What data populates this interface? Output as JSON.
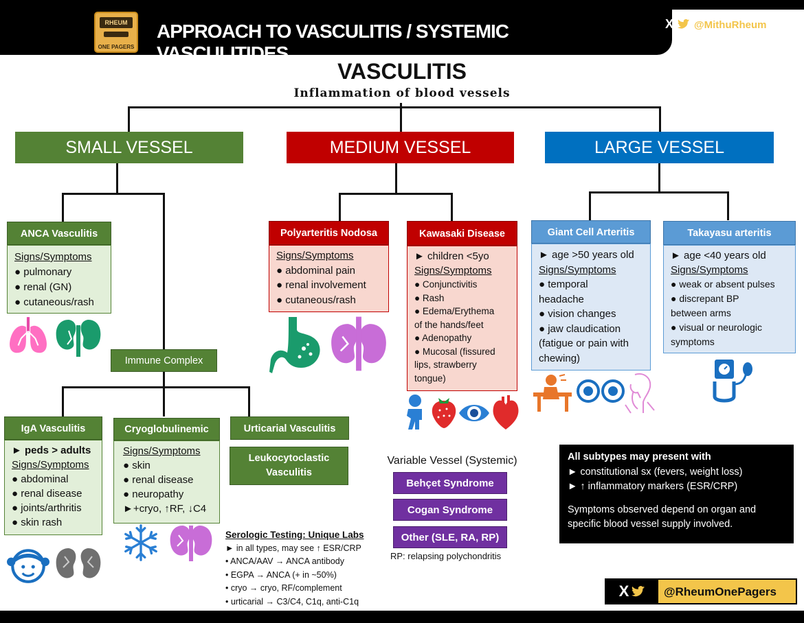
{
  "header": {
    "logo_line1": "RHEUM",
    "logo_line2": "ONE PAGERS",
    "title": "APPROACH TO VASCULITIS / SYSTEMIC VASCULITIDES",
    "handle": "@MithuRheum",
    "x_icon": "X"
  },
  "root": {
    "title": "VASCULITIS",
    "subtitle": "Inflammation of blood vessels"
  },
  "categories": {
    "small": "SMALL VESSEL",
    "medium": "MEDIUM VESSEL",
    "large": "LARGE VESSEL"
  },
  "colors": {
    "small": "#548235",
    "medium": "#c00000",
    "large": "#0070c0",
    "variable": "#7030a0"
  },
  "anca": {
    "title": "ANCA Vasculitis",
    "heading": "Signs/Symptoms",
    "items": [
      "● pulmonary",
      "● renal (GN)",
      "● cutaneous/rash"
    ]
  },
  "immune_complex": "Immune Complex",
  "iga": {
    "title": "IgA Vasculitis",
    "line1": "► peds > adults",
    "heading": "Signs/Symptoms",
    "items": [
      "● abdominal",
      "● renal disease",
      "● joints/arthritis",
      "● skin rash"
    ]
  },
  "cryo": {
    "title": "Cryoglobulinemic",
    "heading": "Signs/Symptoms",
    "items": [
      "● skin",
      "● renal disease",
      "● neuropathy",
      "►+cryo, ↑RF, ↓C4"
    ]
  },
  "urticarial": {
    "title": "Urticarial Vasculitis",
    "sub": "Leukocytoclastic Vasculitis"
  },
  "pan": {
    "title": "Polyarteritis Nodosa",
    "heading": "Signs/Symptoms",
    "items": [
      "● abdominal pain",
      "● renal involvement",
      "● cutaneous/rash"
    ]
  },
  "kawasaki": {
    "title": "Kawasaki Disease",
    "line1": "► children <5yo",
    "heading": "Signs/Symptoms",
    "items": [
      "● Conjunctivitis",
      "● Rash",
      "● Edema/Erythema",
      "of the hands/feet",
      "● Adenopathy",
      "● Mucosal (fissured",
      "lips, strawberry",
      "tongue)"
    ]
  },
  "gca": {
    "title": "Giant Cell Arteritis",
    "line1": "► age >50 years old",
    "heading": "Signs/Symptoms",
    "items": [
      "● temporal",
      "headache",
      "● vision changes",
      "● jaw claudication",
      "(fatigue or pain with",
      "chewing)"
    ]
  },
  "takayasu": {
    "title": "Takayasu arteritis",
    "line1": "► age <40 years old",
    "heading": "Signs/Symptoms",
    "items": [
      "● weak or absent pulses",
      "● discrepant BP",
      "between arms",
      "● visual or neurologic",
      "symptoms"
    ]
  },
  "variable": {
    "title": "Variable Vessel (Systemic)",
    "items": [
      "Behçet Syndrome",
      "Cogan Syndrome",
      "Other (SLE, RA, RP)"
    ],
    "note": "RP: relapsing polychondritis"
  },
  "serologic": {
    "title": "Serologic Testing: Unique Labs",
    "items": [
      "► in all types, may see ↑ ESR/CRP",
      "• ANCA/AAV → ANCA antibody",
      "• EGPA → ANCA (+ in ~50%)",
      "• cryo → cryo, RF/complement",
      "• urticarial → C3/C4, C1q, anti-C1q"
    ]
  },
  "all_subtypes": {
    "title": "All subtypes may present with",
    "items": [
      "► constitutional sx (fevers, weight loss)",
      "► ↑ inflammatory markers (ESR/CRP)"
    ],
    "note": "Symptoms observed depend on organ and specific blood vessel supply involved."
  },
  "footer": {
    "handle": "@RheumOnePagers"
  },
  "icons": [
    "lungs-icon",
    "kidney-icon",
    "stomach-icon",
    "snowflake-icon",
    "child-icon",
    "strawberry-icon",
    "eye-icon",
    "heart-icon",
    "headache-icon",
    "eyes-icon",
    "jaw-icon",
    "blood-pressure-icon"
  ]
}
